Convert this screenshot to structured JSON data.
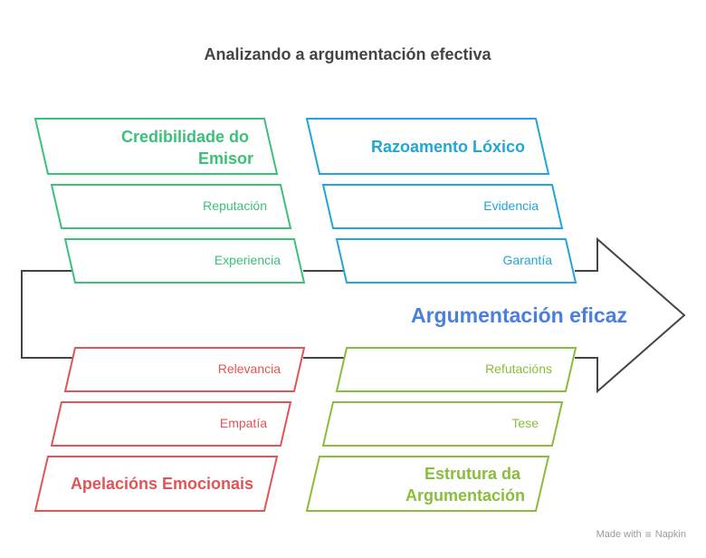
{
  "title": "Analizando a argumentación efectiva",
  "center": {
    "label": "Argumentación eficaz",
    "color": "#4A7FDD"
  },
  "arrow_color": "#444444",
  "groups": [
    {
      "id": "credibilidade",
      "color": "#3CC07A",
      "heading": [
        "Credibilidade do",
        "Emisor"
      ],
      "items": [
        "Reputación",
        "Experiencia"
      ]
    },
    {
      "id": "razoamento",
      "color": "#22A6D6",
      "heading": [
        "Razoamento Lóxico"
      ],
      "items": [
        "Evidencia",
        "Garantía"
      ]
    },
    {
      "id": "apelacions",
      "color": "#E05555",
      "heading": [
        "Apelacións Emocionais"
      ],
      "items": [
        "Relevancia",
        "Empatía"
      ]
    },
    {
      "id": "estrutura",
      "color": "#8BBD3C",
      "heading": [
        "Estrutura da",
        "Argumentación"
      ],
      "items": [
        "Refutacións",
        "Tese"
      ]
    }
  ],
  "watermark": {
    "prefix": "Made with",
    "brand": "Napkin"
  }
}
